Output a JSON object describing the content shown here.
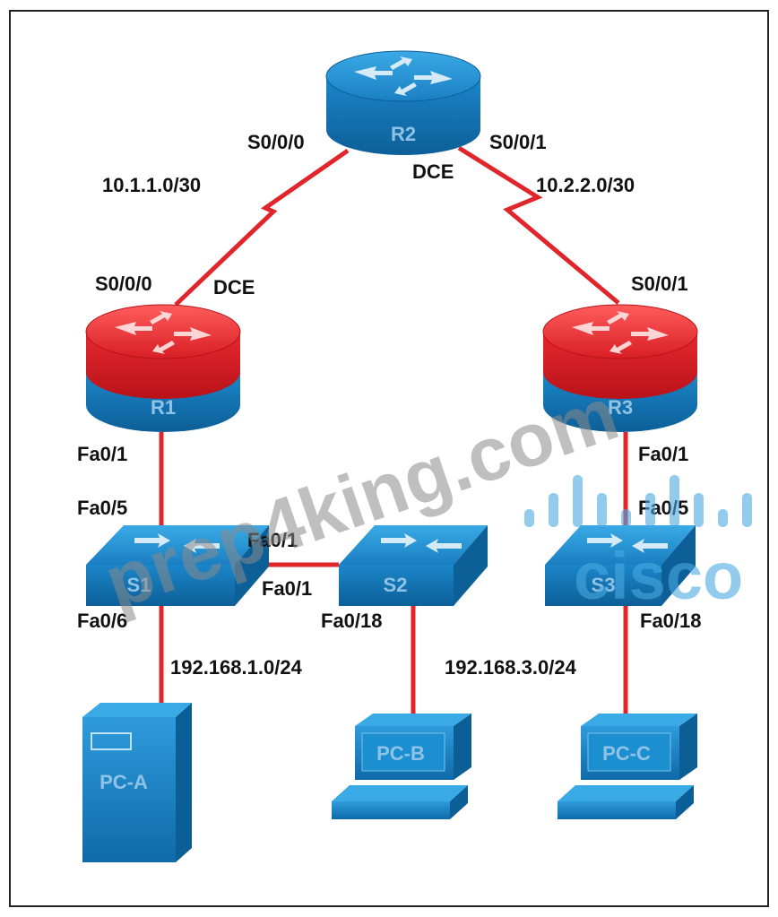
{
  "colors": {
    "link_red": "#e0252b",
    "device_blue": "#1c8fd1",
    "device_dark": "#0c5f96",
    "router_red": "#e8282f"
  },
  "devices": {
    "r2": "R2",
    "r1": "R1",
    "r3": "R3",
    "s1": "S1",
    "s2": "S2",
    "s3": "S3",
    "pca": "PC-A",
    "pcb": "PC-B",
    "pcc": "PC-C"
  },
  "labels": {
    "r2_s000": "S0/0/0",
    "r2_s001": "S0/0/1",
    "r2_dce": "DCE",
    "net_r1r2": "10.1.1.0/30",
    "net_r2r3": "10.2.2.0/30",
    "r1_s000": "S0/0/0",
    "r1_dce": "DCE",
    "r3_s001": "S0/0/1",
    "r1_fa01": "Fa0/1",
    "s1_fa05": "Fa0/5",
    "s1_fa01": "Fa0/1",
    "s2_fa01": "Fa0/1",
    "s1_fa06": "Fa0/6",
    "s2_fa018": "Fa0/18",
    "lan1": "192.168.1.0/24",
    "lan3": "192.168.3.0/24",
    "r3_fa01": "Fa0/1",
    "s3_fa05": "Fa0/5",
    "s3_fa018": "Fa0/18"
  },
  "watermark": {
    "text": "prep4king.com",
    "brand": "cisco"
  }
}
